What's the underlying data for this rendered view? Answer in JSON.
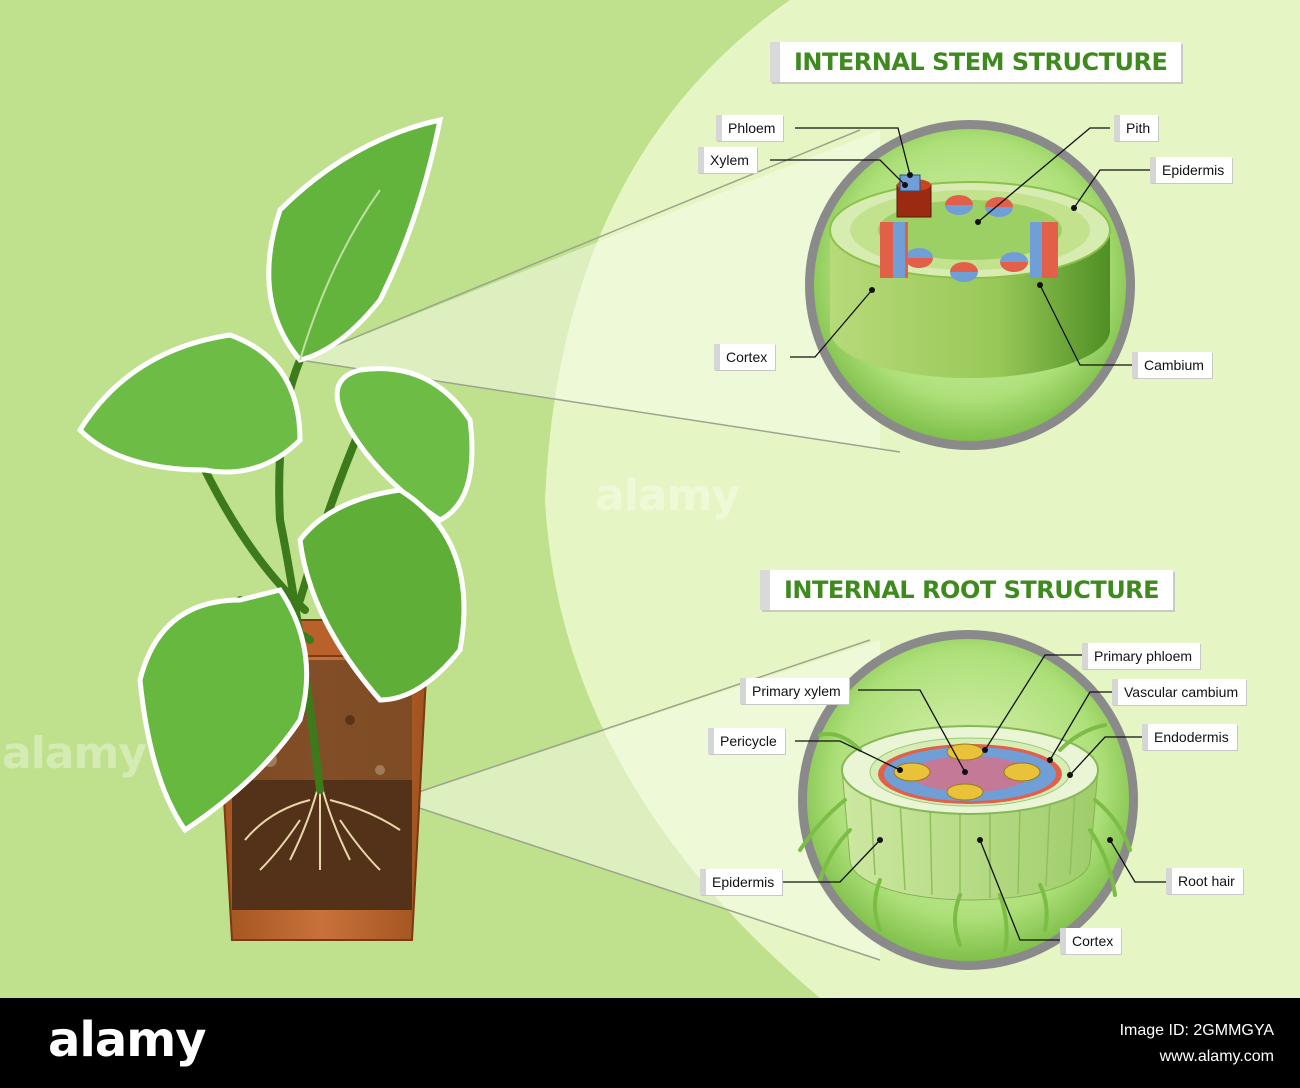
{
  "stem": {
    "title": "INTERNAL STEM STRUCTURE",
    "labels": {
      "phloem": "Phloem",
      "xylem": "Xylem",
      "pith": "Pith",
      "epidermis": "Epidermis",
      "cortex": "Cortex",
      "cambium": "Cambium"
    }
  },
  "root": {
    "title": "INTERNAL ROOT STRUCTURE",
    "labels": {
      "primary_phloem": "Primary phloem",
      "primary_xylem": "Primary xylem",
      "vascular_cambium": "Vascular cambium",
      "pericycle": "Pericycle",
      "endodermis": "Endodermis",
      "epidermis": "Epidermis",
      "root_hair": "Root hair",
      "cortex": "Cortex"
    }
  },
  "watermark": {
    "text": "alamy"
  },
  "footer": {
    "brand": "alamy",
    "image_id": "Image ID: 2GMMGYA",
    "site": "www.alamy.com"
  },
  "colors": {
    "left_bg": "#bfe08c",
    "right_bg": "#e5f6c4",
    "title_green": "#3f8a1e",
    "xylem_red": "#e2604a",
    "phloem_blue": "#6f9fd6",
    "stem_green": "#8cc14c"
  }
}
